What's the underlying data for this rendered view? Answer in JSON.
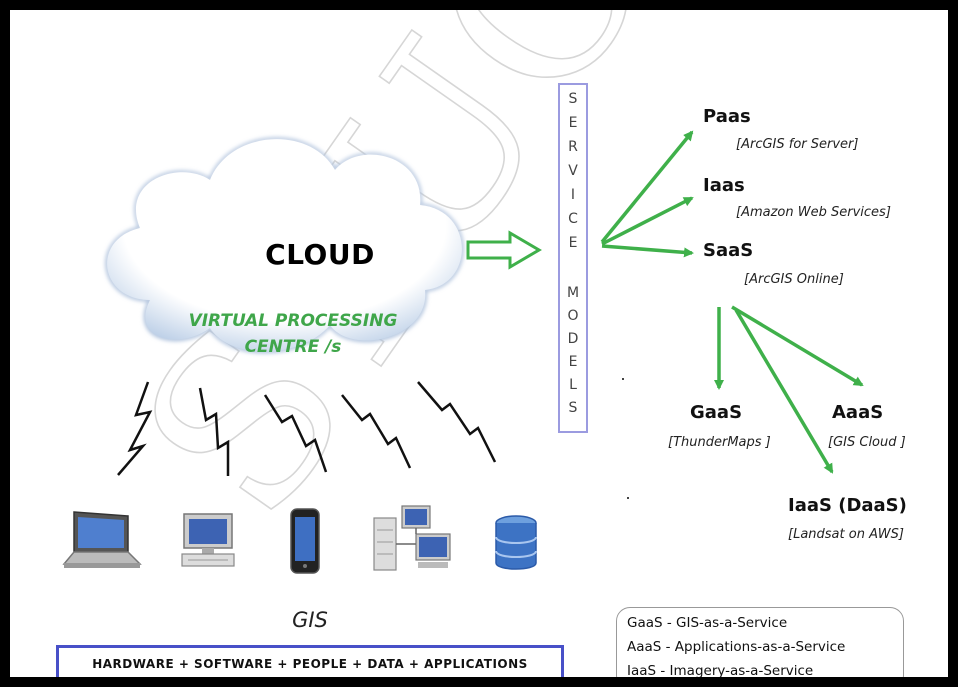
{
  "watermark": "STUC",
  "cloud": {
    "title": "CLOUD",
    "subtitle_line1": "VIRTUAL PROCESSING",
    "subtitle_line2": "CENTRE /s"
  },
  "service_models": {
    "letters": [
      "S",
      "E",
      "R",
      "V",
      "I",
      "C",
      "E",
      "M",
      "O",
      "D",
      "E",
      "L",
      "S"
    ]
  },
  "nodes": {
    "paas": {
      "title": "Paas",
      "sub": "ArcGIS for Server"
    },
    "iaas": {
      "title": "Iaas",
      "sub": "Amazon Web Services"
    },
    "saas": {
      "title": "SaaS",
      "sub": "ArcGIS Online"
    },
    "gaas": {
      "title": "GaaS",
      "sub": "ThunderMaps "
    },
    "aaas": {
      "title": "AaaS",
      "sub": "GIS Cloud "
    },
    "iaas_daas": {
      "title": "IaaS (DaaS)",
      "sub": "Landsat on AWS"
    }
  },
  "devices": [
    "laptop-icon",
    "desktop-computer-icon",
    "smartphone-icon",
    "server-network-icon",
    "database-icon"
  ],
  "gis_label": "GIS",
  "components_bar": "HARDWARE + SOFTWARE + PEOPLE + DATA + APPLICATIONS",
  "legend": {
    "line1": "GaaS - GIS-as-a-Service",
    "line2": "AaaS - Applications-as-a-Service",
    "line3": "IaaS - Imagery-as-a-Service"
  },
  "colors": {
    "frame": "#000000",
    "arrow_green": "#3fb04a",
    "subtitle_green": "#3fa64a",
    "box_blue": "#4850c8",
    "service_box_border": "#9b9be0"
  }
}
